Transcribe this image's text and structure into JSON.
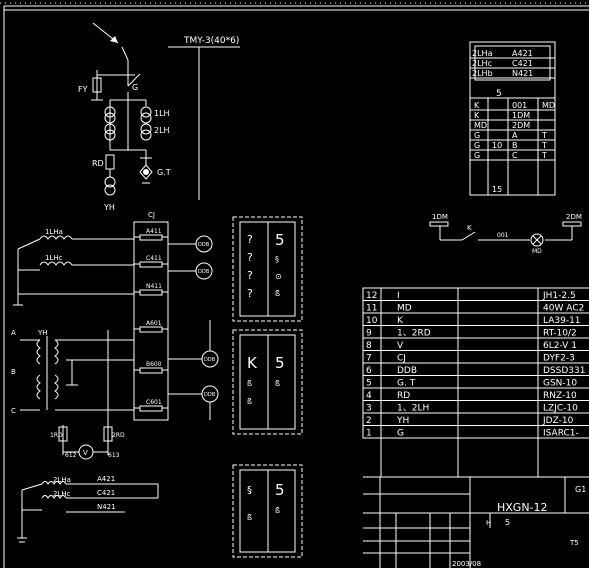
{
  "busbar": {
    "label": "TMY-3(40*6)"
  },
  "primary": {
    "fy": "FY",
    "g": "G",
    "lh1": "1LH",
    "lh2": "2LH",
    "rd": "RD",
    "gt": "G.T",
    "yh": "YH"
  },
  "terminal_block": {
    "title": "CJ",
    "terminals": [
      "A411",
      "C411",
      "N411",
      "A601",
      "B600",
      "C601"
    ],
    "ddb": "DDB"
  },
  "secondary_left": {
    "ct_a": "1LHa",
    "ct_c": "1LHc",
    "pt": {
      "a": "A",
      "yh": "YH",
      "b": "B",
      "c": "C"
    },
    "r1": "1RD",
    "r2": "2RD",
    "v": "V",
    "n612": "612",
    "n613": "613",
    "ct2_a": "2LHa",
    "ct2_c": "2LHc",
    "out": [
      "A421",
      "C421",
      "N421"
    ]
  },
  "boxes": [
    {
      "big": "5",
      "marks": [
        "?",
        "?",
        "?",
        "?"
      ],
      "small": [
        "§",
        "⊙",
        "ß"
      ]
    },
    {
      "big": "5",
      "mid": "K",
      "small": [
        "ß",
        "ß",
        "ß"
      ]
    },
    {
      "big": "5",
      "mid": "§",
      "small": [
        "ß",
        "ß"
      ]
    }
  ],
  "aux_table": {
    "top_rows": [
      [
        "2LHa",
        "A421"
      ],
      [
        "2LHc",
        "C421"
      ],
      [
        "2LHb",
        "N421"
      ]
    ],
    "num": "5",
    "rows": [
      [
        "K",
        "",
        "001",
        "MD"
      ],
      [
        "K",
        "",
        "1DM",
        ""
      ],
      [
        "MD",
        "",
        "2DM",
        ""
      ],
      [
        "G",
        "",
        "A",
        "T"
      ],
      [
        "G",
        "10",
        "B",
        "T"
      ],
      [
        "G",
        "",
        "C",
        "T"
      ]
    ],
    "bottom": "15"
  },
  "control": {
    "dm1": "1DM",
    "dm2": "2DM",
    "k": "K",
    "n001": "001",
    "md": "MD"
  },
  "equipment": {
    "rows": [
      {
        "no": "12",
        "sym": "I",
        "type": "JH1-2.5"
      },
      {
        "no": "11",
        "sym": "MD",
        "type": "40W AC2"
      },
      {
        "no": "10",
        "sym": "K",
        "type": "LA39-11"
      },
      {
        "no": "9",
        "sym": "1、2RD",
        "type": "RT-10/2"
      },
      {
        "no": "8",
        "sym": "V",
        "type": "6L2-V 1"
      },
      {
        "no": "7",
        "sym": "CJ",
        "type": "DYF2-3"
      },
      {
        "no": "6",
        "sym": "DDB",
        "type": "DSSD331"
      },
      {
        "no": "5",
        "sym": "G. T",
        "type": "GSN-10"
      },
      {
        "no": "4",
        "sym": "RD",
        "type": "RNZ-10"
      },
      {
        "no": "3",
        "sym": "1、2LH",
        "type": "LZJC-10"
      },
      {
        "no": "2",
        "sym": "YH",
        "type": "JDZ-10"
      },
      {
        "no": "1",
        "sym": "G",
        "type": "ISARC1-"
      }
    ]
  },
  "title_block": {
    "sheet": "G1",
    "title": "HXGN-12",
    "model_prefix": "H",
    "date": "2003/08",
    "num5": "5",
    "t5": "T5"
  }
}
